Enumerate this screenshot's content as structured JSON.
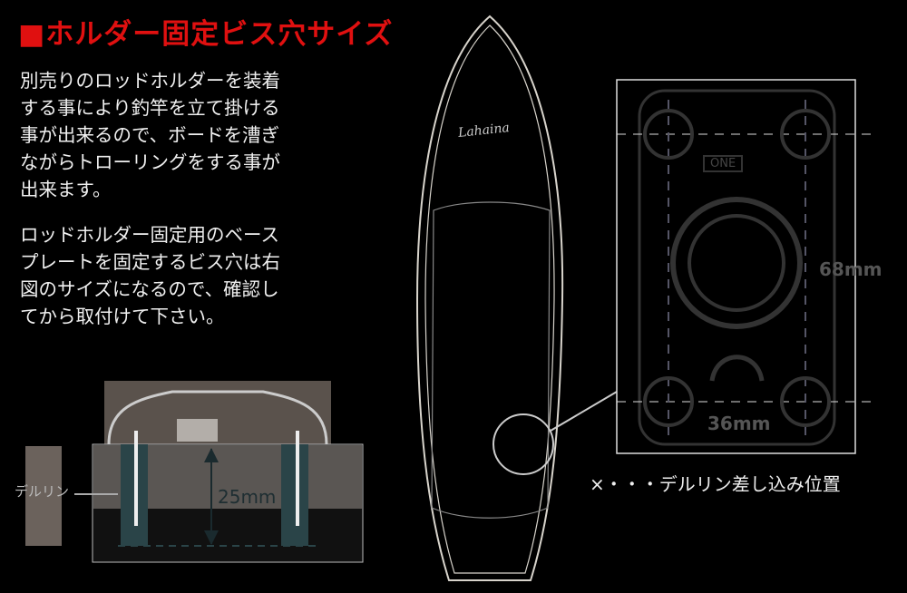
{
  "title": "■ホルダー固定ビス穴サイズ",
  "description1": "別売りのロッドホルダーを装着\nする事により釣竿を立て掛ける\n事が出来るので、ボードを漕ぎ\nながらトローリングをする事が\n出来ます。",
  "description2": "ロッドホルダー固定用のベース\nプレートを固定するビス穴は右\n図のサイズになるので、確認し\nてから取付けて下さい。",
  "board_logo": "Lahaina",
  "cross_section": {
    "delrin_label": "デルリン",
    "depth": "25mm"
  },
  "holder_diagram": {
    "height": "68mm",
    "width": "36mm",
    "brand": "ONE"
  },
  "legend": "×・・・デルリン差し込み位置"
}
